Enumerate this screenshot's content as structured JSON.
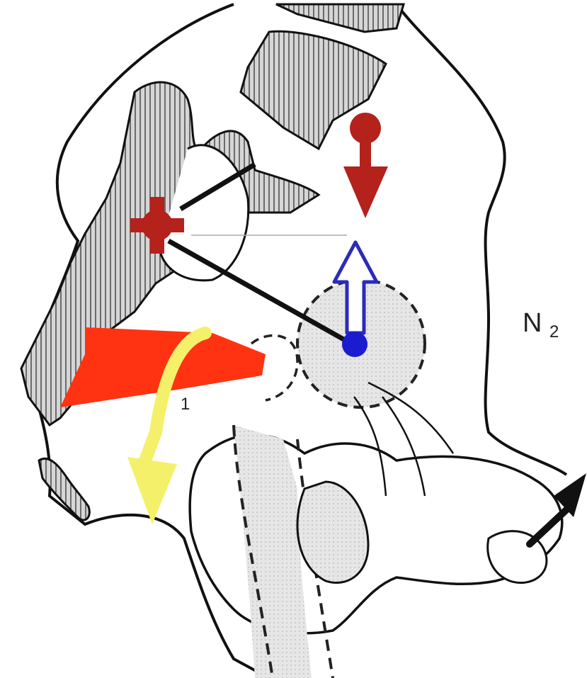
{
  "diagram": {
    "label_main": "N",
    "label_subscript": "2",
    "marker_small": "1"
  },
  "colors": {
    "outline": "#111111",
    "hatched_fill": "#cfcfcf",
    "dotted_fill": "#e2e2e2",
    "force_arrow_red": "#b5211b",
    "red_joint_marker": "#b5211b",
    "muscle_band": "#ff3311",
    "rotation_arrow": "#f4f06a",
    "blue_center_dot": "#1b1bd0",
    "blue_outline_arrow": "#2b2bbb",
    "direction_arrow": "#111111"
  },
  "icons": {
    "red_joint_marker": "cross-marker-icon",
    "upward_force": "hollow-up-arrow-icon",
    "downward_force": "red-down-arrow-icon",
    "rotation": "curved-rotation-arrow-icon",
    "direction": "diagonal-arrow-icon"
  }
}
